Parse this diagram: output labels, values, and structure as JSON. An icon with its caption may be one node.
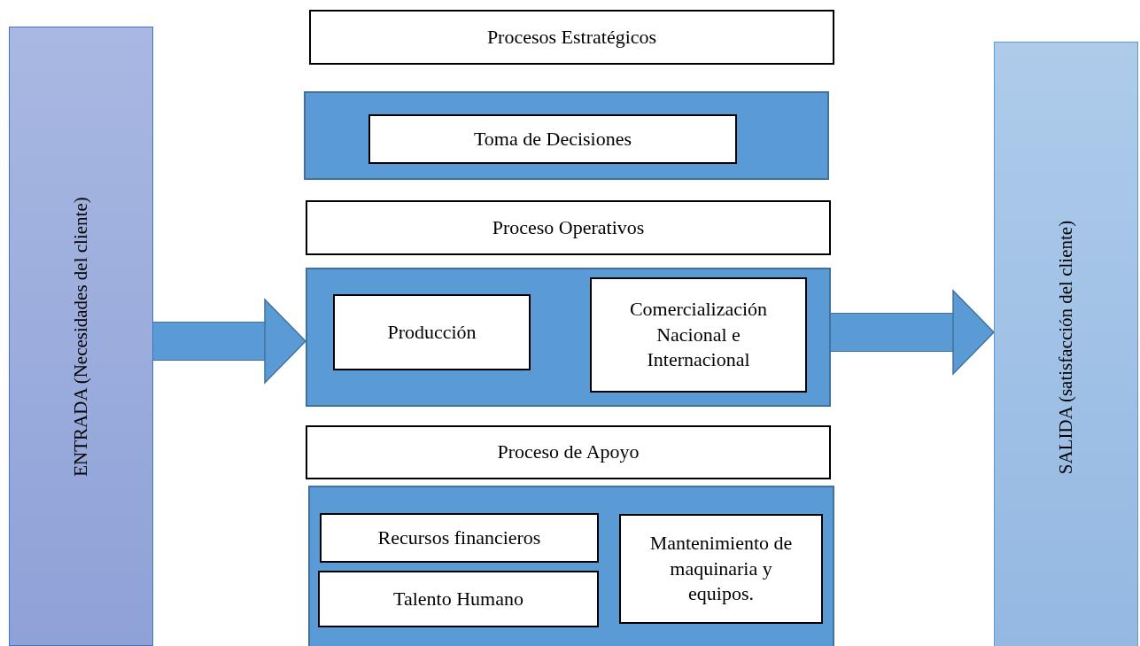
{
  "diagram": {
    "nodes": [
      {
        "text": [
          "ENTRADA (Necesidades del cliente)"
        ]
      },
      {
        "text": [
          "Procesos Estratégicos"
        ]
      },
      {
        "text": [],
        "shape": "box"
      },
      {
        "text": [
          "Toma de Decisiones"
        ],
        "in": 2
      },
      {
        "text": [
          "Proceso Operativos"
        ]
      },
      {
        "text": [],
        "shape": "box"
      },
      {
        "text": [
          "Producción"
        ],
        "in": 5
      },
      {
        "text": [
          "Comercialización Nacional e Internacional"
        ],
        "in": 5
      },
      {
        "text": [
          "Proceso de Apoyo"
        ]
      },
      {
        "text": [],
        "shape": "box"
      },
      {
        "text": [
          "Recursos financieros"
        ],
        "in": 9
      },
      {
        "text": [
          "Talento Humano"
        ],
        "in": 9
      },
      {
        "text": [
          "Mantenimiento de maquinaria y equipos."
        ],
        "in": 9
      },
      {
        "text": [
          "SALIDA (satisfacción del cliente)"
        ]
      }
    ],
    "edges": [
      {
        "from": 0,
        "to": 5,
        "arrow": "to"
      },
      {
        "from": 5,
        "to": 13,
        "arrow": "to"
      }
    ]
  }
}
